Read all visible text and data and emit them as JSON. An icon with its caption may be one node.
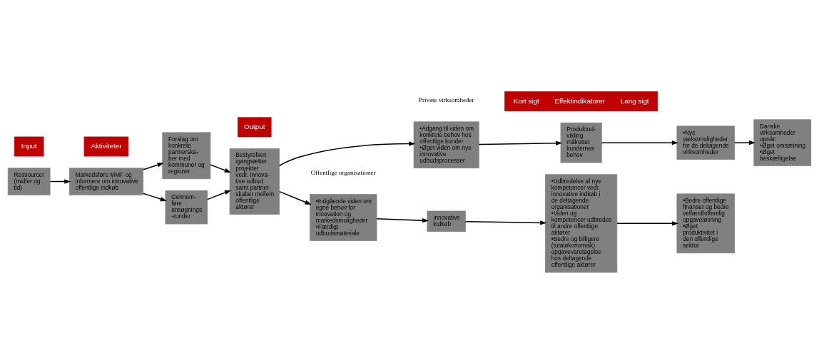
{
  "diagram": {
    "nodes": [
      {
        "text": [
          "Input"
        ]
      },
      {
        "text": [
          "Aktiviteter"
        ]
      },
      {
        "text": [
          "Output"
        ]
      },
      {
        "text": [
          "Kort sigt",
          "Effektindikatorer",
          "Lang sigt"
        ]
      },
      {
        "text": [
          "Ressourcer (midler og tid)"
        ]
      },
      {
        "text": [
          "Markedsføre MMF og informere om innovative offentlige indkøb"
        ]
      },
      {
        "text": [
          "Forslag om konkrete partnerska- ber med kommuner og regioner"
        ]
      },
      {
        "text": [
          "Gennem- føre ansøgnings -runder"
        ]
      },
      {
        "text": [
          "Bestyrelsen igangsætter projekter vedr. innova- tive udbud samt partner- skaber mellem offentlige aktører"
        ]
      },
      {
        "text": [
          "•Indgående viden om egne behov for innovation og markedsmuligheder",
          "•Færdigt udbudsmateriale"
        ]
      },
      {
        "text": [
          "Innovative indkøb"
        ]
      },
      {
        "text": [
          "•Udbredelse af nye kompetencer vedr. innovative indkøb i de deltagende organisationer",
          "•Viden og kompetencer udbredes til andre offentlige aktører",
          "•Bedre og billigere (totaløkonomisk) opgavevaretagelse hos deltagende offentlige aktører"
        ]
      },
      {
        "text": [
          "•Bedre offentlige finanser og bedre velfærd/offentlig opgaveløsning",
          "•Øget produktivitet i den offentlige sektor"
        ]
      },
      {
        "text": [
          "•Adgang til viden om konkrete behov hos offentlige kunder",
          "•Øget viden om nye innovative udbudsprocesser"
        ]
      },
      {
        "text": [
          "Produktud- vikling målrettet kundernes behov"
        ]
      },
      {
        "text": [
          "•Nye vækstmuligheder for de deltagende virksomheder"
        ]
      },
      {
        "text": [
          "Danske virksomheder opnår:",
          "•Øget omsætning",
          "•Øget beskæftigelse"
        ]
      }
    ],
    "edges": [
      {
        "from": 4,
        "to": 5,
        "arrow": "to"
      },
      {
        "from": 5,
        "to": 6,
        "arrow": "to"
      },
      {
        "from": 5,
        "to": 7,
        "arrow": "to"
      },
      {
        "from": 7,
        "to": 8,
        "arrow": "to"
      },
      {
        "from": 6,
        "to": 8,
        "arrow": "to"
      },
      {
        "from": 8,
        "to": 9,
        "arrow": "to"
      },
      {
        "from": 8,
        "to": 13,
        "arrow": "to"
      },
      {
        "from": 9,
        "to": 10,
        "arrow": "to"
      },
      {
        "from": 10,
        "to": 11,
        "arrow": "to"
      },
      {
        "from": 11,
        "to": 12,
        "arrow": "to"
      },
      {
        "from": 13,
        "to": 14,
        "arrow": "to"
      },
      {
        "from": 14,
        "to": 15,
        "arrow": "to"
      },
      {
        "from": 15,
        "to": 16,
        "arrow": "to"
      }
    ],
    "labels": [
      "Offentlige organisationer",
      "Private virksomheder"
    ]
  }
}
